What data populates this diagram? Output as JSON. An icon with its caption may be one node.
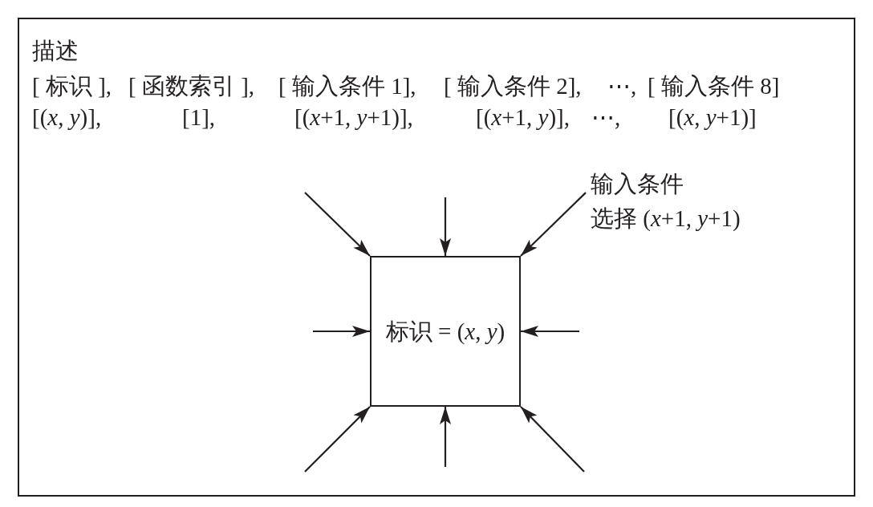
{
  "diagram": {
    "nodes": [
      {
        "text": [
          "描述"
        ]
      },
      {
        "text": [
          "输入条件",
          "选择 (*x*+1, *y*+1)"
        ],
        "in": 0
      },
      {
        "text": [
          "标识 = (*x*, *y*)"
        ],
        "in": 0
      }
    ],
    "edges": [
      {
        "from": null,
        "to": 2,
        "arrow": "to"
      },
      {
        "from": null,
        "to": 2,
        "arrow": "to"
      },
      {
        "from": 1,
        "to": 2,
        "arrow": "to"
      },
      {
        "from": null,
        "to": 2,
        "arrow": "to"
      },
      {
        "from": null,
        "to": 2,
        "arrow": "to"
      },
      {
        "from": null,
        "to": 2,
        "arrow": "to"
      },
      {
        "from": null,
        "to": 2,
        "arrow": "to"
      },
      {
        "from": null,
        "to": 2,
        "arrow": "to"
      }
    ],
    "labels": [
      "[ 标识 ],",
      "[ 函数索引 ],",
      "[ 输入条件 1],",
      "[ 输入条件 2],",
      "⋯,",
      "[ 输入条件 8]",
      "[(*x*, *y*)],",
      "[1],",
      "[(*x*+1, *y*+1)],",
      "[(*x*+1, *y*)],",
      "⋯,",
      "[(*x*, *y*+1)]"
    ]
  }
}
